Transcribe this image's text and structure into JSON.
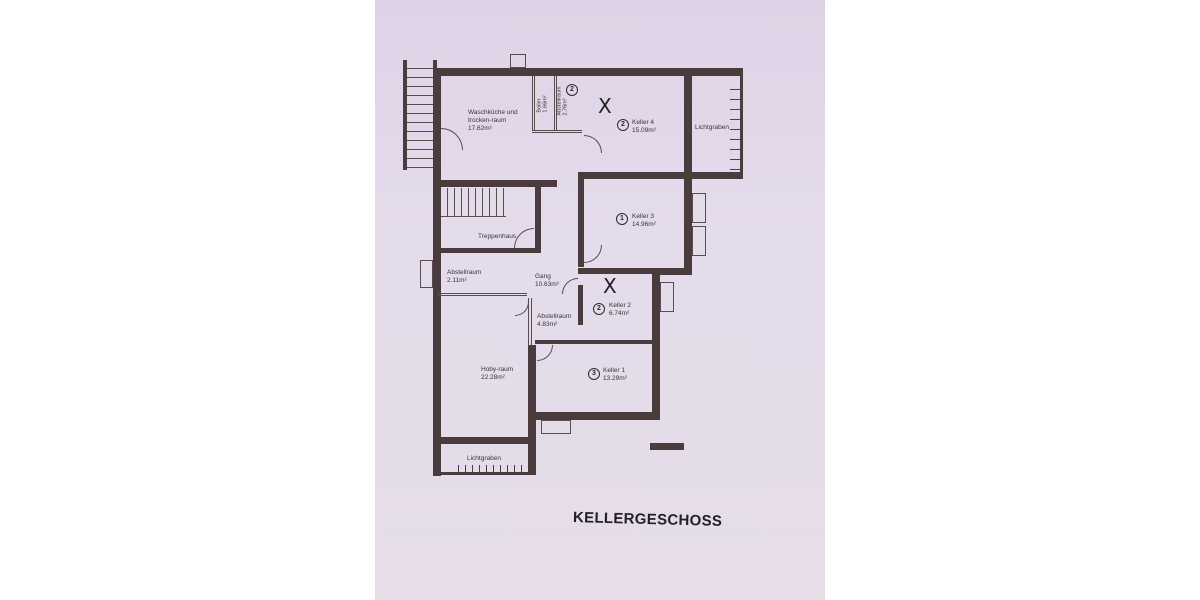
{
  "title": "KELLERGESCHOSS",
  "rooms": {
    "waschkueche": {
      "name_line1": "Waschküche und",
      "name_line2": "trocken-raum",
      "area": "17.62m²"
    },
    "boiler": {
      "name": "Boiler",
      "area": "1.66m²"
    },
    "abstellraum_top": {
      "name": "Abstellraum",
      "area": "2.76m²",
      "number": "2"
    },
    "keller4": {
      "name": "Keller 4",
      "area": "15.09m²",
      "number": "2",
      "marked": "X"
    },
    "lichtgraben_top": {
      "name": "Lichtgraben"
    },
    "treppenhaus": {
      "name": "Treppenhaus"
    },
    "keller3": {
      "name": "Keller 3",
      "area": "14.96m²",
      "number": "1"
    },
    "abstellraum_left": {
      "name": "Abstellraum",
      "area": "2.11m²"
    },
    "gang": {
      "name": "Gang",
      "area": "10.63m²"
    },
    "keller2": {
      "name": "Keller 2",
      "area": "6.74m²",
      "number": "2",
      "marked": "X"
    },
    "abstellraum_mid": {
      "name": "Abstellraum",
      "area": "4.83m²"
    },
    "hobbyraum": {
      "name": "Hoby-raum",
      "area": "22.28m²"
    },
    "keller1": {
      "name": "Keller 1",
      "area": "13.29m²",
      "number": "3"
    },
    "lichtgraben_bottom": {
      "name": "Lichtgraben"
    }
  },
  "colors": {
    "wall": "#4a3b3c",
    "paper": "#e2d9e9",
    "text": "#3b3438"
  }
}
